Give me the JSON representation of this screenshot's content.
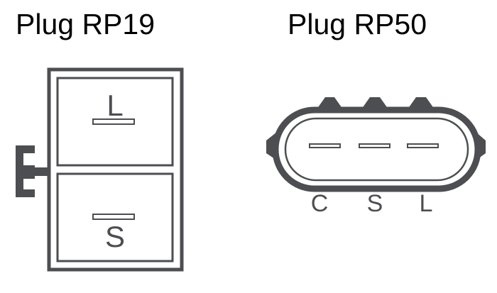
{
  "colors": {
    "stroke": "#4d4e51",
    "background": "#ffffff",
    "title": "#000000"
  },
  "plugs": [
    {
      "title": "Plug RP19",
      "terminals": [
        {
          "label": "L",
          "position": "top"
        },
        {
          "label": "S",
          "position": "bottom"
        }
      ]
    },
    {
      "title": "Plug RP50",
      "terminals": [
        {
          "label": "C"
        },
        {
          "label": "S"
        },
        {
          "label": "L"
        }
      ]
    }
  ]
}
